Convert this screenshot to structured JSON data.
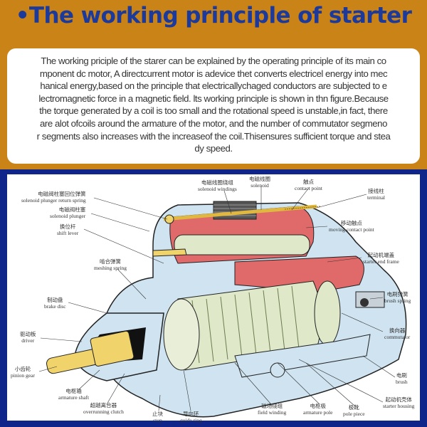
{
  "title": "•The working principle of starter",
  "description_lines": [
    "The working priciple of the starer can be explained by the operating principle of its main co",
    "mponent dc motor, A directcurrent motor is adevice thet converts electricel energy into mec",
    "hanical energy,based on the principle that electricallychaged conductors are subjected to e",
    "lectromagnetic force in a magnetic field. lts working principle is shown in thn figure.Because",
    "the torque generated by a coil is too small and the rotational speed is unstable,in fact, there",
    "are alot ofcoils around the armature of the motor, and the number of commutator segmeno",
    "r segments also increases with the increaseof the coil.Thisensures sufficient torque and stea",
    "dy speed."
  ],
  "labels": {
    "plunger_return_spring": {
      "zh": "电磁阀柱塞回位弹簧",
      "en": "solenoid plunger return spring"
    },
    "solenoid_plunger": {
      "zh": "电磁阀柱塞",
      "en": "solenoid plunger"
    },
    "shift_lever": {
      "zh": "换位杆",
      "en": "shift lever"
    },
    "meshing_spring": {
      "zh": "啮合弹簧",
      "en": "meshing spring"
    },
    "brake_disc": {
      "zh": "制动盘",
      "en": "brake disc"
    },
    "solenoid_windings": {
      "zh": "电磁线圈绕组",
      "en": "solenoid windings"
    },
    "solenoid": {
      "zh": "电磁线圈",
      "en": "solenoid"
    },
    "contact_point": {
      "zh": "触点",
      "en": "contact point"
    },
    "terminal": {
      "zh": "接线柱",
      "en": "terminal"
    },
    "moving_contact_point": {
      "zh": "移动触点",
      "en": "moving contact point"
    },
    "starter_end_frame": {
      "zh": "起动机端盖",
      "en": "starter end frame"
    },
    "brush_spring": {
      "zh": "电刷弹簧",
      "en": "brush spring"
    },
    "commutator": {
      "zh": "换向器",
      "en": "commutator"
    },
    "brush": {
      "zh": "电刷",
      "en": "brush"
    },
    "starter_housing": {
      "zh": "起动机壳体",
      "en": "starter housing"
    },
    "driver": {
      "zh": "驱动板",
      "en": "driver"
    },
    "pinion_gear": {
      "zh": "小齿轮",
      "en": "pinion gear"
    },
    "armature_shaft": {
      "zh": "电枢轴",
      "en": "armature shaft"
    },
    "overrunning_clutch": {
      "zh": "超越离合器",
      "en": "overrunning clutch"
    },
    "stop": {
      "zh": "止块",
      "en": "stop"
    },
    "guide_ring": {
      "zh": "导向环",
      "en": "guide ring"
    },
    "field_winding": {
      "zh": "磁场绕组",
      "en": "field winding"
    },
    "armature_pole": {
      "zh": "电枢极",
      "en": "armature pole"
    },
    "pole_piece": {
      "zh": "极靴",
      "en": "pole piece"
    }
  },
  "colors": {
    "header_bg": "#c98316",
    "title": "#1c3a9c",
    "frame": "#10258a",
    "housing": "#cfe3f0",
    "solenoid": "#e06a6a",
    "armature": "#dfe8c8",
    "shaft": "#f0d36a"
  }
}
